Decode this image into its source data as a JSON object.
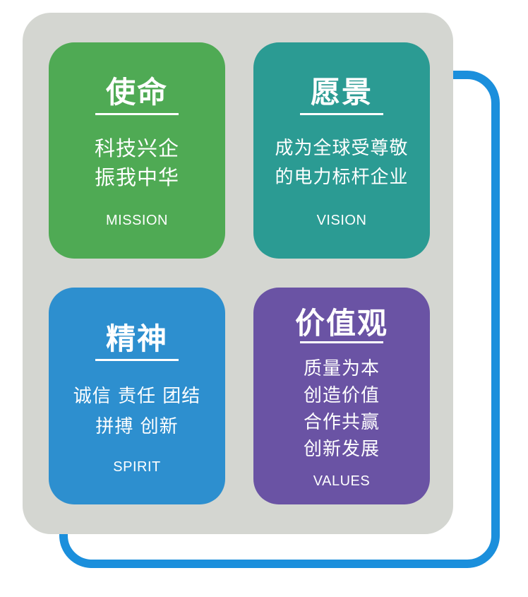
{
  "colors": {
    "frame_outline": "#1b8fdc",
    "panel": "#d4d6d1",
    "mission": "#4faa54",
    "vision": "#2b9b93",
    "spirit": "#2d8fcf",
    "values": "#6a53a4"
  },
  "cards": {
    "mission": {
      "title": "使命",
      "lines": [
        "科技兴企",
        "振我中华"
      ],
      "label": "MISSION"
    },
    "vision": {
      "title": "愿景",
      "lines": [
        "成为全球受尊敬",
        "的电力标杆企业"
      ],
      "label": "VISION"
    },
    "spirit": {
      "title": "精神",
      "lines": [
        "诚信 责任 团结",
        "拼搏 创新"
      ],
      "label": "SPIRIT"
    },
    "values": {
      "title": "价值观",
      "lines": [
        "质量为本",
        "创造价值",
        "合作共赢",
        "创新发展"
      ],
      "label": "VALUES"
    }
  }
}
